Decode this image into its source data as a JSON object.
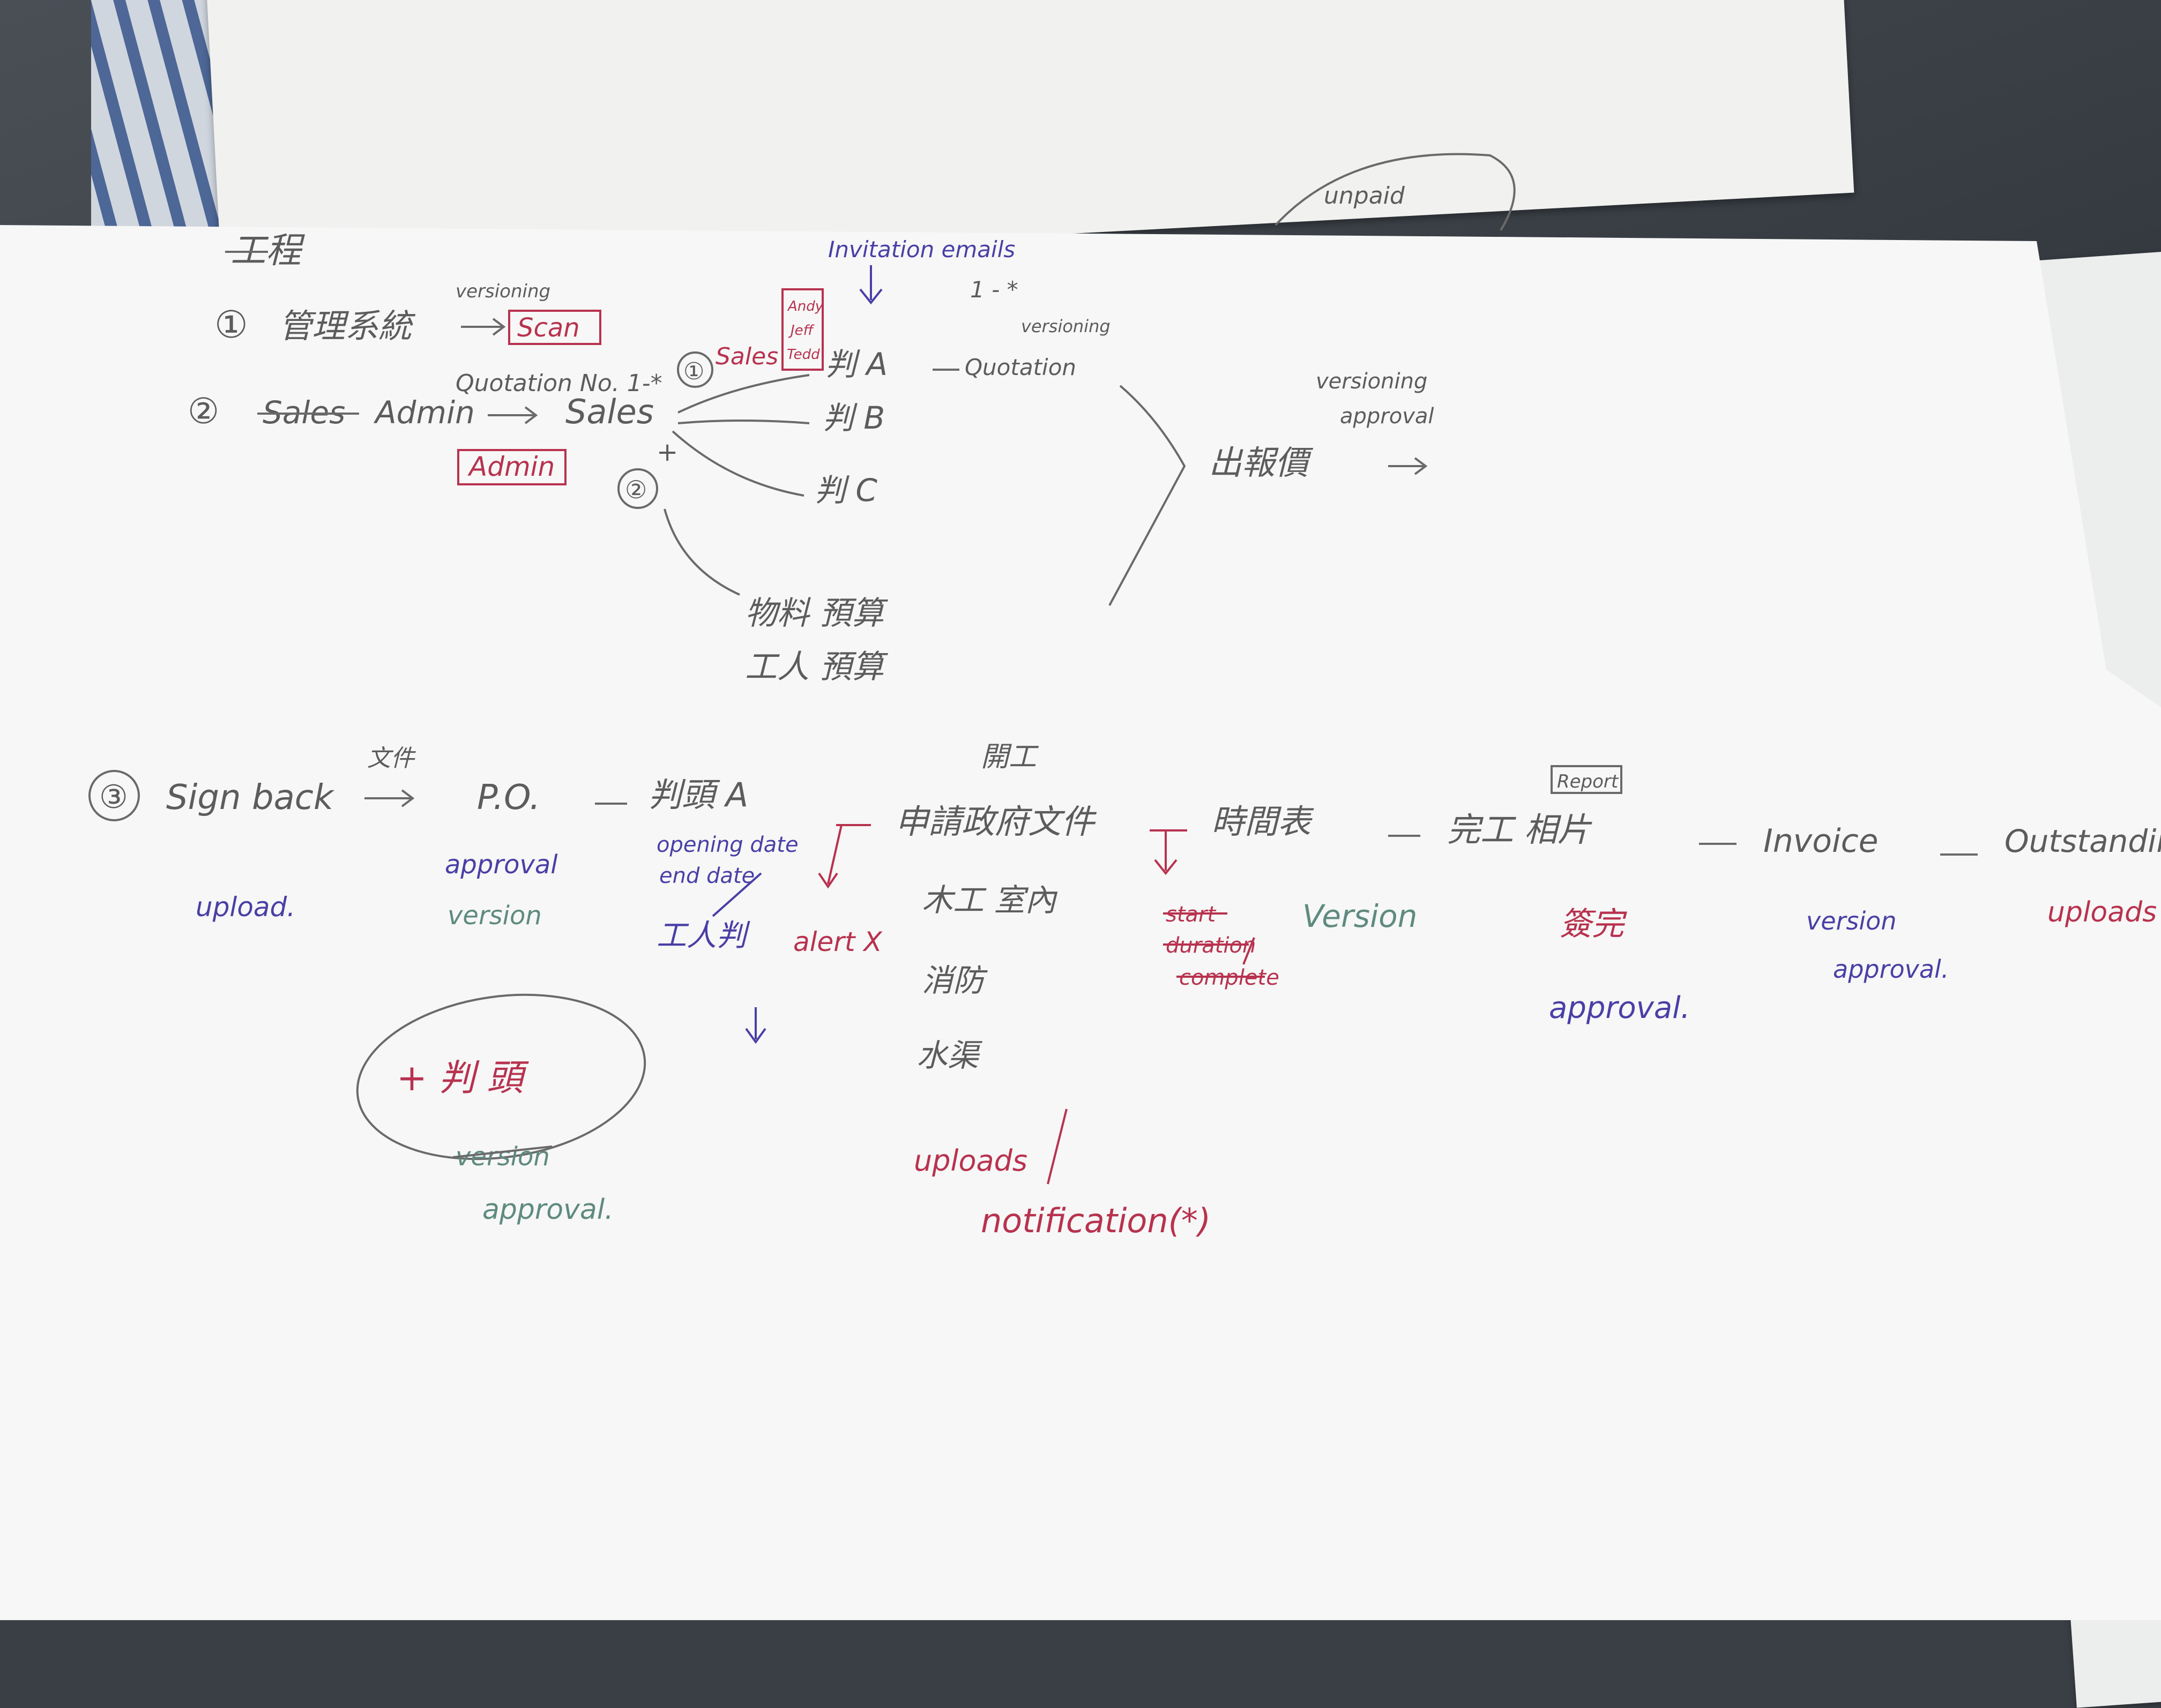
{
  "section1": {
    "heading": "工程",
    "item1_num": "①",
    "item1_text": "管理系統",
    "item1_tag": "versioning",
    "item1_box": "Scan",
    "item2_num": "②",
    "item2_struck": "Sales",
    "item2_text": "Admin",
    "item2_target": "Sales",
    "quotation_label": "Quotation No. 1-*",
    "admin_box": "Admin",
    "circle1": "①",
    "sales_label": "Sales",
    "stack_names": [
      "Andy",
      "Jeff",
      "Tedd"
    ],
    "invitation": "Invitation emails",
    "one_to_many": "1 - *",
    "versioning_right": "versioning",
    "branch_a": "判 A",
    "quotation_arrow": "Quotation",
    "branch_b": "判 B",
    "branch_c": "判 C",
    "plus": "+",
    "circle2": "②",
    "materials": "物料 預算",
    "labour": "工人 預算",
    "quote_out": "出報價",
    "versioning_top": "versioning",
    "approval_top": "approval",
    "unpaid": "unpaid"
  },
  "section3": {
    "circle3": "③",
    "sign_back": "Sign back",
    "doc_label": "文件",
    "po": "P.O.",
    "sub_a": "判頭 A",
    "kaigong": "開工",
    "apply_docs": "申請政府文件",
    "timesheet": "時間表",
    "complete": "完工 相片",
    "report_box": "Report",
    "invoice": "Invoice",
    "outstanding": "Outstanding",
    "upload": "upload.",
    "approval_a": "approval",
    "version_a": "version",
    "opening_date": "opening date",
    "end_date": "end date",
    "worker_sub": "工人判",
    "alert": "alert X",
    "wood": "木工 室內",
    "fire": "消防",
    "plumbing": "水渠",
    "struck_words": [
      "start",
      "duration",
      "complete"
    ],
    "version_b": "Version",
    "sign_off": "簽完",
    "approval_b": "approval.",
    "version_c": "version",
    "approval_c": "approval.",
    "uploads_right": "uploads",
    "oval_text": "+ 判 頭",
    "version_oval": "version",
    "approval_oval": "approval.",
    "uploads_mid": "uploads",
    "notification": "notification(*)"
  }
}
